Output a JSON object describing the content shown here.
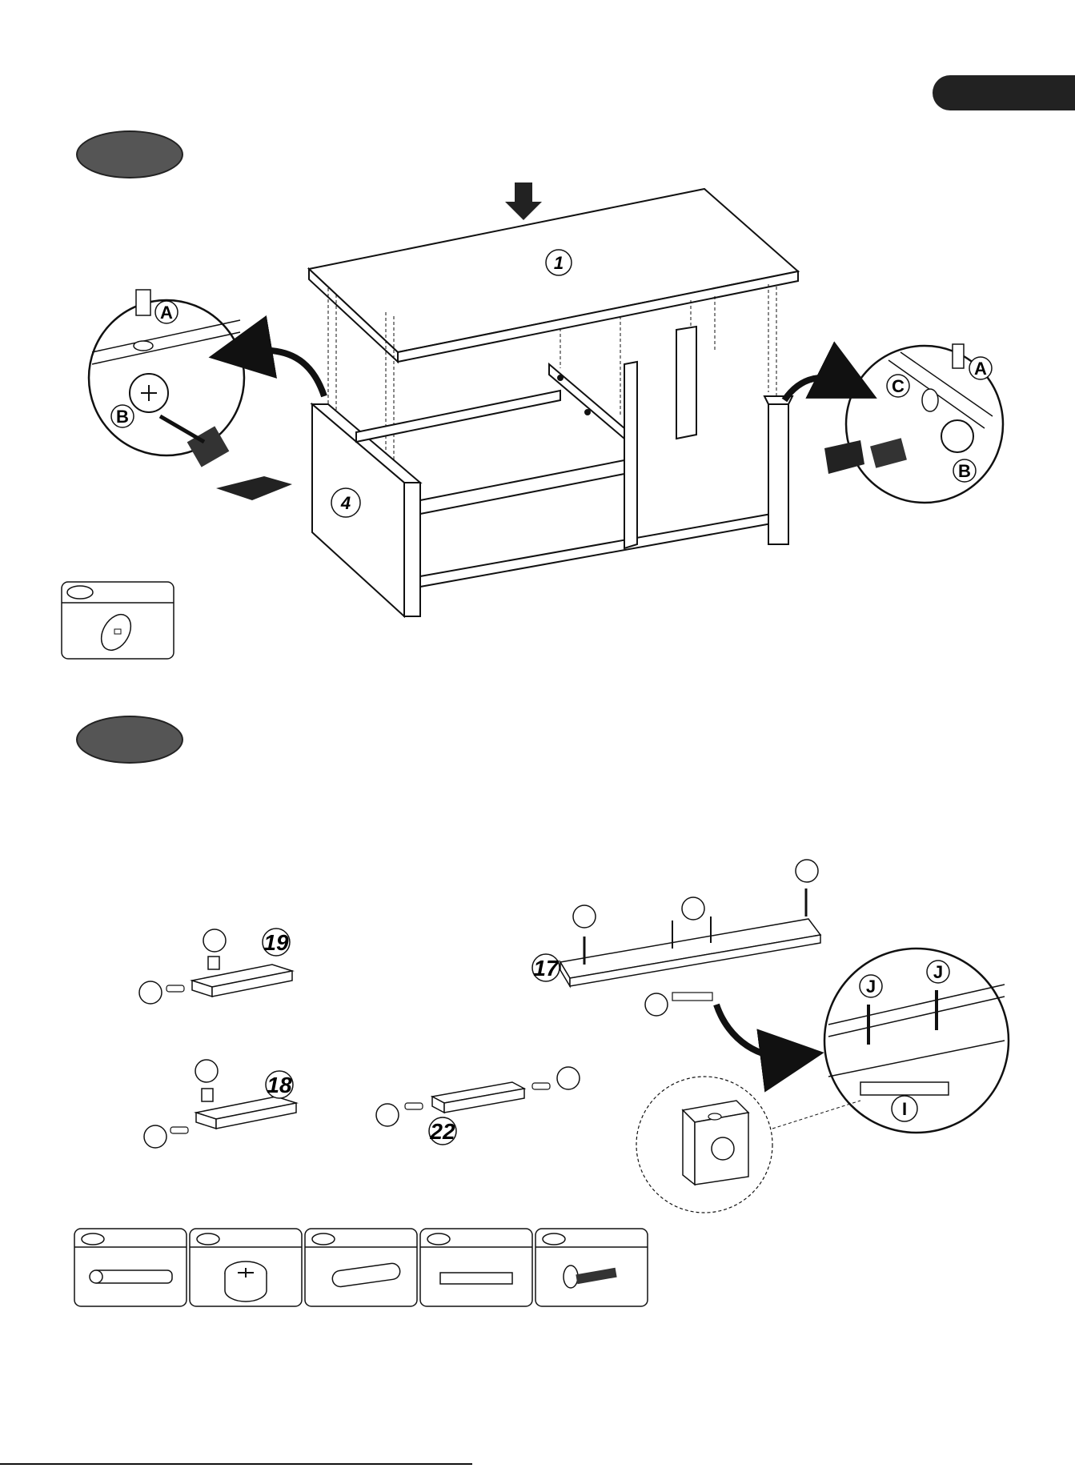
{
  "step1": {
    "top_panel": "1",
    "side_panel": "4",
    "detail_left": {
      "a": "A",
      "b": "B"
    },
    "detail_right": {
      "a": "A",
      "b": "B",
      "c": "C"
    }
  },
  "step2": {
    "part_19": "19",
    "part_18": "18",
    "part_17": "17",
    "part_22": "22",
    "detail": {
      "j1": "J",
      "j2": "J",
      "i": "I"
    }
  },
  "icons": {
    "detail_arrow": "curved-arrow-icon",
    "push_arrow": "push-arrow-icon",
    "screwdriver": "screwdriver-icon"
  }
}
